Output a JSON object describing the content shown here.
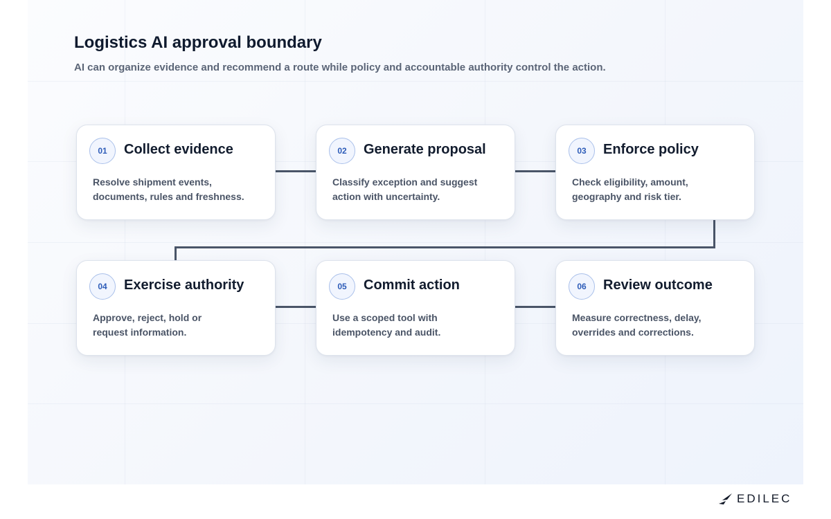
{
  "header": {
    "title": "Logistics AI approval boundary",
    "subtitle": "AI can organize evidence and recommend a route while policy and accountable authority control the action."
  },
  "steps": [
    {
      "number": "01",
      "title": "Collect evidence",
      "lines": [
        "Resolve shipment events,",
        "documents, rules and freshness."
      ]
    },
    {
      "number": "02",
      "title": "Generate proposal",
      "lines": [
        "Classify exception and suggest",
        "action with uncertainty."
      ]
    },
    {
      "number": "03",
      "title": "Enforce policy",
      "lines": [
        "Check eligibility, amount,",
        "geography and risk tier."
      ]
    },
    {
      "number": "04",
      "title": "Exercise authority",
      "lines": [
        "Approve, reject, hold or",
        "request information."
      ]
    },
    {
      "number": "05",
      "title": "Commit action",
      "lines": [
        "Use a scoped tool with",
        "idempotency and audit."
      ]
    },
    {
      "number": "06",
      "title": "Review outcome",
      "lines": [
        "Measure correctness, delay,",
        "overrides and corrections."
      ]
    }
  ],
  "brand": {
    "name": "EDILEC"
  },
  "colors": {
    "connector": "#4a5568",
    "badge_text": "#2d5cb8",
    "title": "#0f1a2e"
  }
}
